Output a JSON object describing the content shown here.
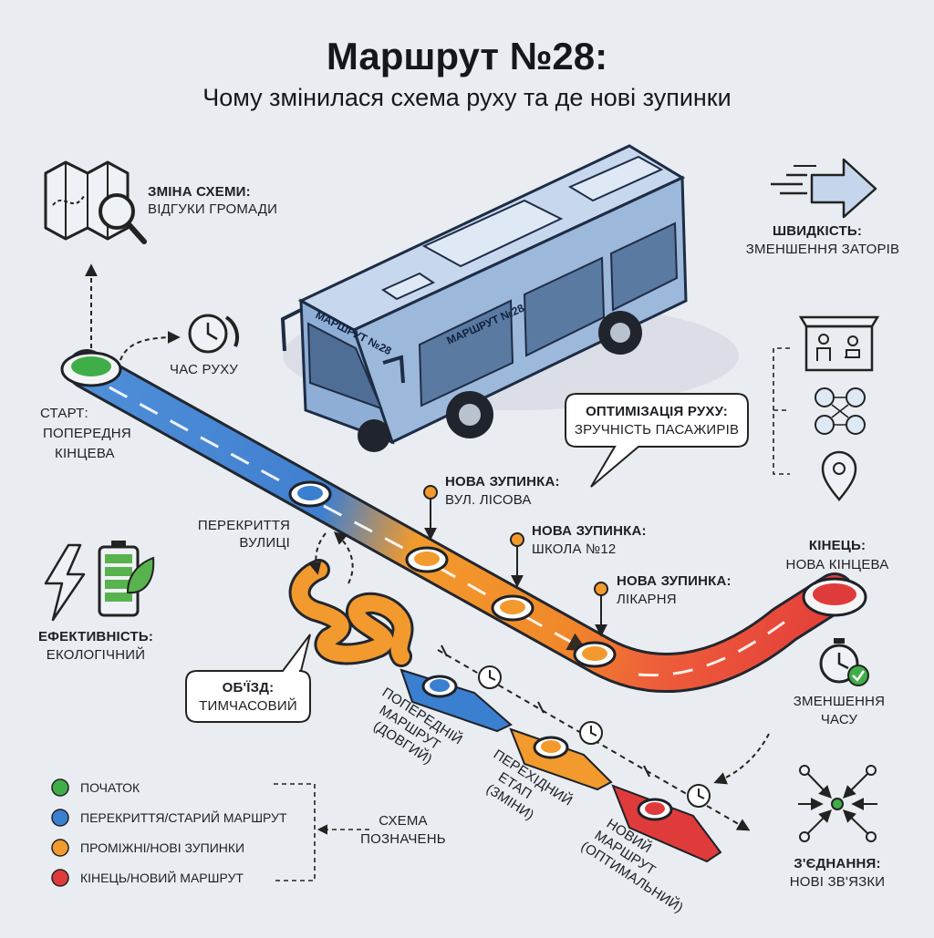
{
  "title": "Маршрут №28:",
  "subtitle": "Чому змінилася схема руху та де нові зупинки",
  "bus": {
    "front_sign": "МАРШРУТ №28",
    "side_sign": "МАРШРУТ №28"
  },
  "callouts": {
    "scheme_change": [
      "ЗМІНА СХЕМИ:",
      "ВІДГУКИ ГРОМАДИ"
    ],
    "travel_time": [
      "ЧАС РУХУ"
    ],
    "speed": [
      "ШВИДКІСТЬ:",
      "ЗМЕНШЕННЯ ЗАТОРІВ"
    ],
    "optimization": [
      "ОПТИМІЗАЦІЯ РУХУ:",
      "ЗРУЧНІСТЬ ПАСАЖИРІВ"
    ],
    "start": [
      "СТАРТ:",
      "ПОПЕРЕДНЯ",
      "КІНЦЕВА"
    ],
    "stop_1": [
      "НОВА ЗУПИНКА:",
      "ВУЛ. ЛІСОВА"
    ],
    "stop_2": [
      "НОВА ЗУПИНКА:",
      "ШКОЛА №12"
    ],
    "stop_3": [
      "НОВА ЗУПИНКА:",
      "ЛІКАРНЯ"
    ],
    "end": [
      "КІНЕЦЬ:",
      "НОВА КІНЦЕВА"
    ],
    "closure": [
      "ПЕРЕКРИТТЯ",
      "ВУЛИЦІ"
    ],
    "efficiency": [
      "ЕФЕКТИВНІСТЬ:",
      "ЕКОЛОГІЧНИЙ"
    ],
    "detour": [
      "ОБ'ЇЗД:",
      "ТИМЧАСОВИЙ"
    ],
    "time_reduction": [
      "ЗМЕНШЕННЯ",
      "ЧАСУ"
    ],
    "connections": [
      "З'ЄДНАННЯ:",
      "НОВІ ЗВ'ЯЗКИ"
    ]
  },
  "stages": {
    "previous": [
      "ПОПЕРЕДНІЙ",
      "МАРШРУТ",
      "(ДОВГИЙ)"
    ],
    "transition": [
      "ПЕРЕХІДНИЙ",
      "ЕТАП",
      "(ЗМІНИ)"
    ],
    "new": [
      "НОВИЙ",
      "МАРШРУТ",
      "(ОПТИМАЛЬНИЙ)"
    ]
  },
  "legend": {
    "items": [
      {
        "label": "ПОЧАТОК",
        "color": "#3fae49"
      },
      {
        "label": "ПЕРЕКРИТТЯ/СТАРИЙ МАРШРУТ",
        "color": "#3a7fd0"
      },
      {
        "label": "ПРОМІЖНІ/НОВІ ЗУПИНКИ",
        "color": "#f29a2e"
      },
      {
        "label": "КІНЕЦЬ/НОВИЙ МАРШРУТ",
        "color": "#e03b3b"
      }
    ],
    "caption": [
      "СХЕМА",
      "ПОЗНАЧЕНЬ"
    ]
  },
  "colors": {
    "green": "#3fae49",
    "blue": "#3a7fd0",
    "orange": "#f29a2e",
    "red": "#e03b3b",
    "bus": "#9cb8da"
  }
}
